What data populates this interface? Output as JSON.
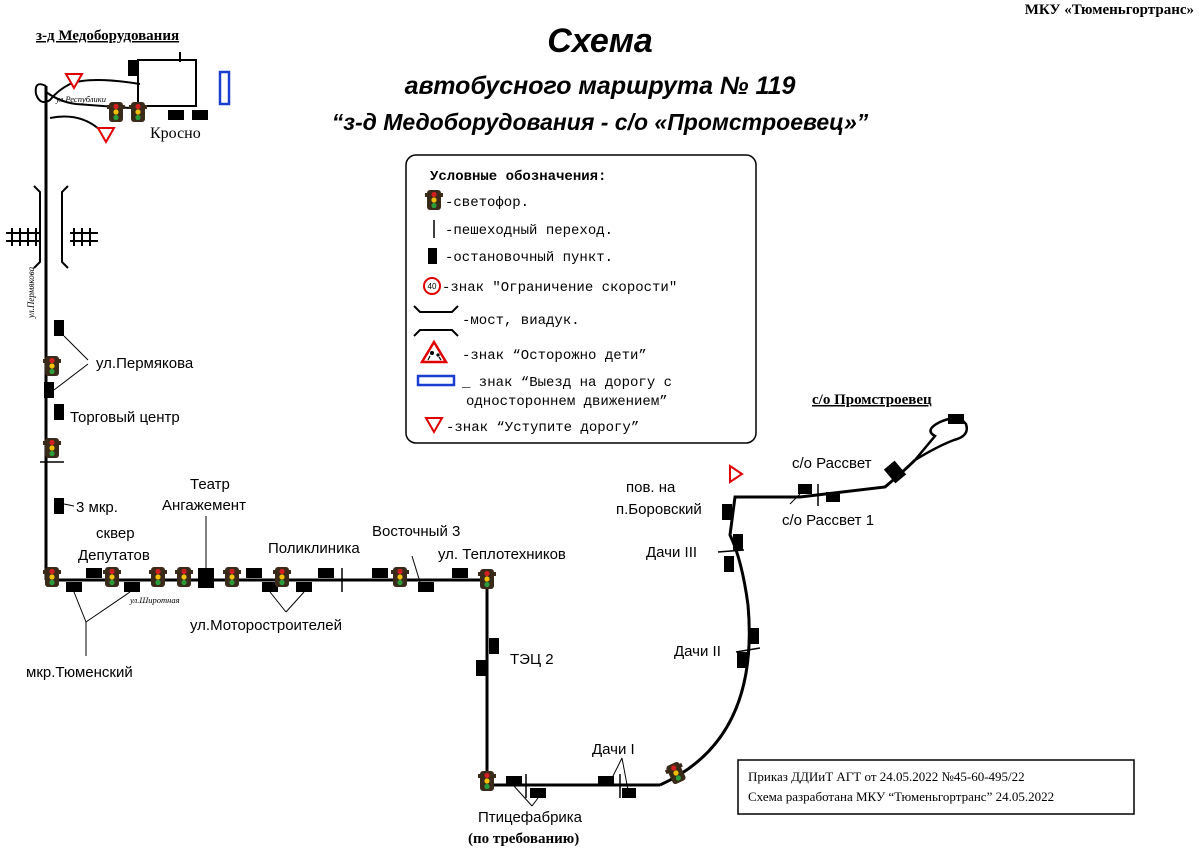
{
  "header": {
    "org": "МКУ «Тюменьгортранс»",
    "title": "Схема",
    "subtitle": "автобусного маршрута № 119",
    "route_name": "“з-д Медоборудования - с/о «Промстроевец»”"
  },
  "termini": {
    "start": "з-д Медоборудования",
    "end": "с/о Промстроевец"
  },
  "streets": {
    "respubliki": "ул.Республики",
    "permyakova": "ул.Пермякова",
    "shirotnaya": "ул.Широтная"
  },
  "stops": {
    "krosno": "Кросно",
    "permyakova": "ул.Пермякова",
    "torgovy": "Торговый центр",
    "mkr3": "3 мкр.",
    "skver_1": "сквер",
    "skver_2": "Депутатов",
    "teatr_1": "Театр",
    "teatr_2": "Ангажемент",
    "poliklinika": "Поликлиника",
    "vostochny": "Восточный 3",
    "teplotekhnikov": "ул. Теплотехников",
    "tyumensky": "мкр.Тюменский",
    "motorostroiteley": "ул.Моторостроителей",
    "tets2": "ТЭЦ 2",
    "ptitsefabrika": "Птицефабрика",
    "on_request": "(по требованию)",
    "dachi1": "Дачи I",
    "dachi2": "Дачи II",
    "dachi3": "Дачи III",
    "borovsky_1": "пов. на",
    "borovsky_2": "п.Боровский",
    "rassvet": "с/о Рассвет",
    "rassvet1": "с/о Рассвет 1"
  },
  "legend": {
    "title": "Условные обозначения:",
    "items": [
      {
        "icon": "traffic-light-icon",
        "label": "-светофор."
      },
      {
        "icon": "crosswalk-icon",
        "label": "-пешеходный переход."
      },
      {
        "icon": "bus-stop-icon",
        "label": "-остановочный пункт."
      },
      {
        "icon": "speed-limit-sign-icon",
        "sign_text": "40",
        "label": "-знак \"Ограничение скорости\""
      },
      {
        "icon": "bridge-icon",
        "label": "-мост, виадук."
      },
      {
        "icon": "children-warning-sign-icon",
        "label": "-знак “Осторожно дети”"
      },
      {
        "icon": "one-way-sign-icon",
        "label": "_ знак “Выезд на дорогу с"
      },
      {
        "icon": "",
        "label": "одностороннем движением”"
      },
      {
        "icon": "yield-sign-icon",
        "label": "-знак “Уступите дорогу”"
      }
    ]
  },
  "footer": {
    "line1": "Приказ ДДИиТ АГТ от 24.05.2022 №45-60-495/22",
    "line2": "Схема разработана МКУ “Тюменьгортранс” 24.05.2022"
  },
  "colors": {
    "route": "#000000",
    "sign_red": "#e00000",
    "sign_blue": "#1a3fd0",
    "light_body": "#3a2a1a",
    "light_red": "#d21f1f",
    "light_yellow": "#f0c000",
    "light_green": "#2a9d3a"
  }
}
